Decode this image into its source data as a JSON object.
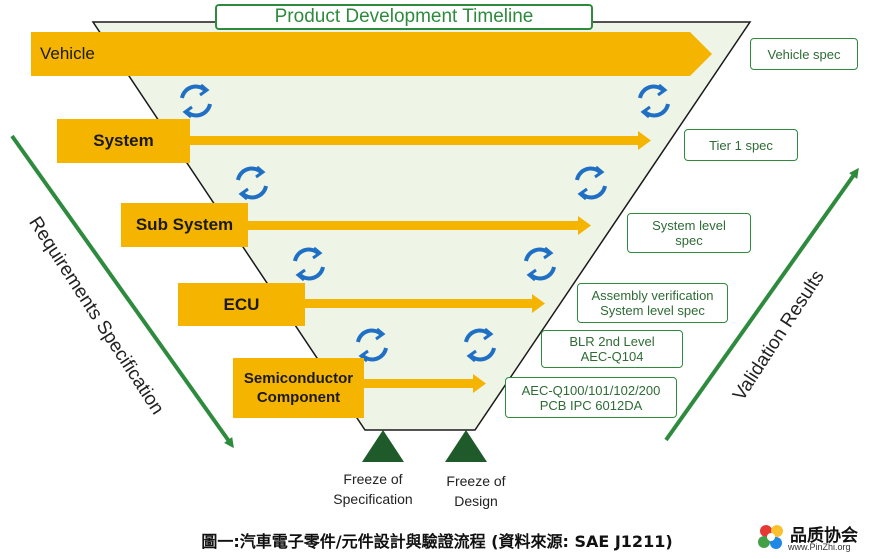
{
  "title": "Product Development Timeline",
  "levels": [
    {
      "label": "Vehicle"
    },
    {
      "label": "System"
    },
    {
      "label": "Sub System"
    },
    {
      "label": "ECU"
    },
    {
      "label_line1": "Semiconductor",
      "label_line2": "Component"
    }
  ],
  "specs": [
    {
      "line1": "Vehicle spec",
      "line2": ""
    },
    {
      "line1": "Tier 1 spec",
      "line2": ""
    },
    {
      "line1": "System level",
      "line2": "spec"
    },
    {
      "line1": "Assembly verification",
      "line2": "System level spec"
    },
    {
      "line1": "BLR 2nd Level",
      "line2": "AEC-Q104"
    },
    {
      "line1": "AEC-Q100/101/102/200",
      "line2": "PCB IPC 6012DA"
    }
  ],
  "left_axis_label": "Requirements Specification",
  "right_axis_label": "Validation Results",
  "freeze_spec": {
    "line1": "Freeze of",
    "line2": "Specification"
  },
  "freeze_design": {
    "line1": "Freeze of",
    "line2": "Design"
  },
  "caption": "圖一:汽車電子零件/元件設計與驗證流程 (資料來源: SAE J1211)",
  "watermark": {
    "name": "品质协会",
    "url": "www.PinZhi.org"
  },
  "colors": {
    "orange": "#f5b400",
    "green": "#2e8b3e",
    "cycle_blue": "#1f6fc5",
    "funnel_fill": "#eef4e6"
  },
  "icons": [
    "cycle-arrows-icon",
    "triangle-marker-icon",
    "logo-flower-icon"
  ]
}
